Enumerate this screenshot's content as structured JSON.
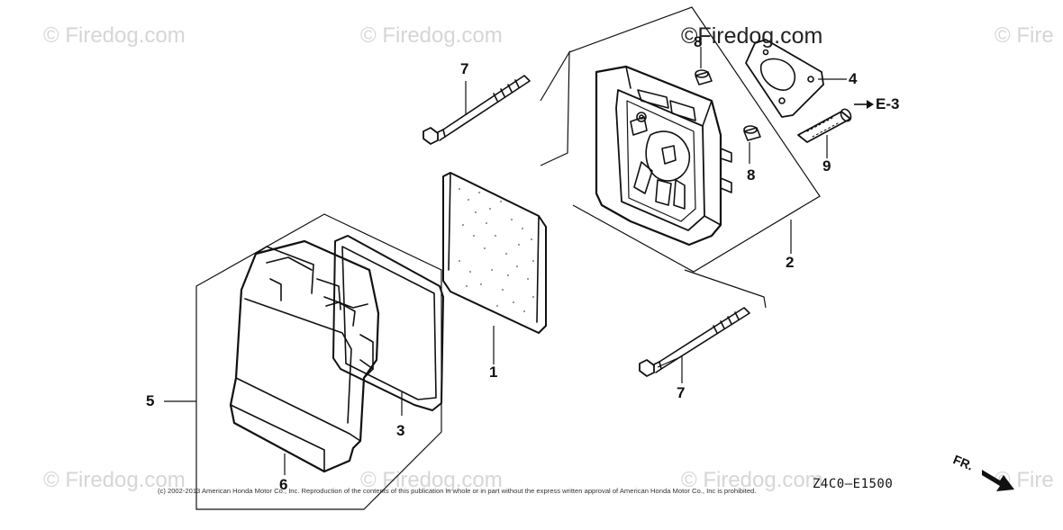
{
  "watermarks": {
    "text": "© Firedog.com",
    "partial": "© Fire",
    "prominent": "©Firedog.com"
  },
  "callouts": {
    "c1": "1",
    "c2": "2",
    "c3": "3",
    "c4": "4",
    "c5": "5",
    "c6": "6",
    "c7a": "7",
    "c7b": "7",
    "c8a": "8",
    "c8b": "8",
    "c9": "9",
    "e3": "E-3"
  },
  "footer": {
    "copyright": "(c) 2002-2013 American Honda Motor Co., Inc. Reproduction of the contents of this publication in whole or in part without the express written approval of American Honda Motor Co., Inc is prohibited.",
    "diagram_code": "Z4C0—E1500",
    "direction_label": "FR."
  },
  "colors": {
    "line": "#111111",
    "watermark": "#d6d6d6"
  }
}
